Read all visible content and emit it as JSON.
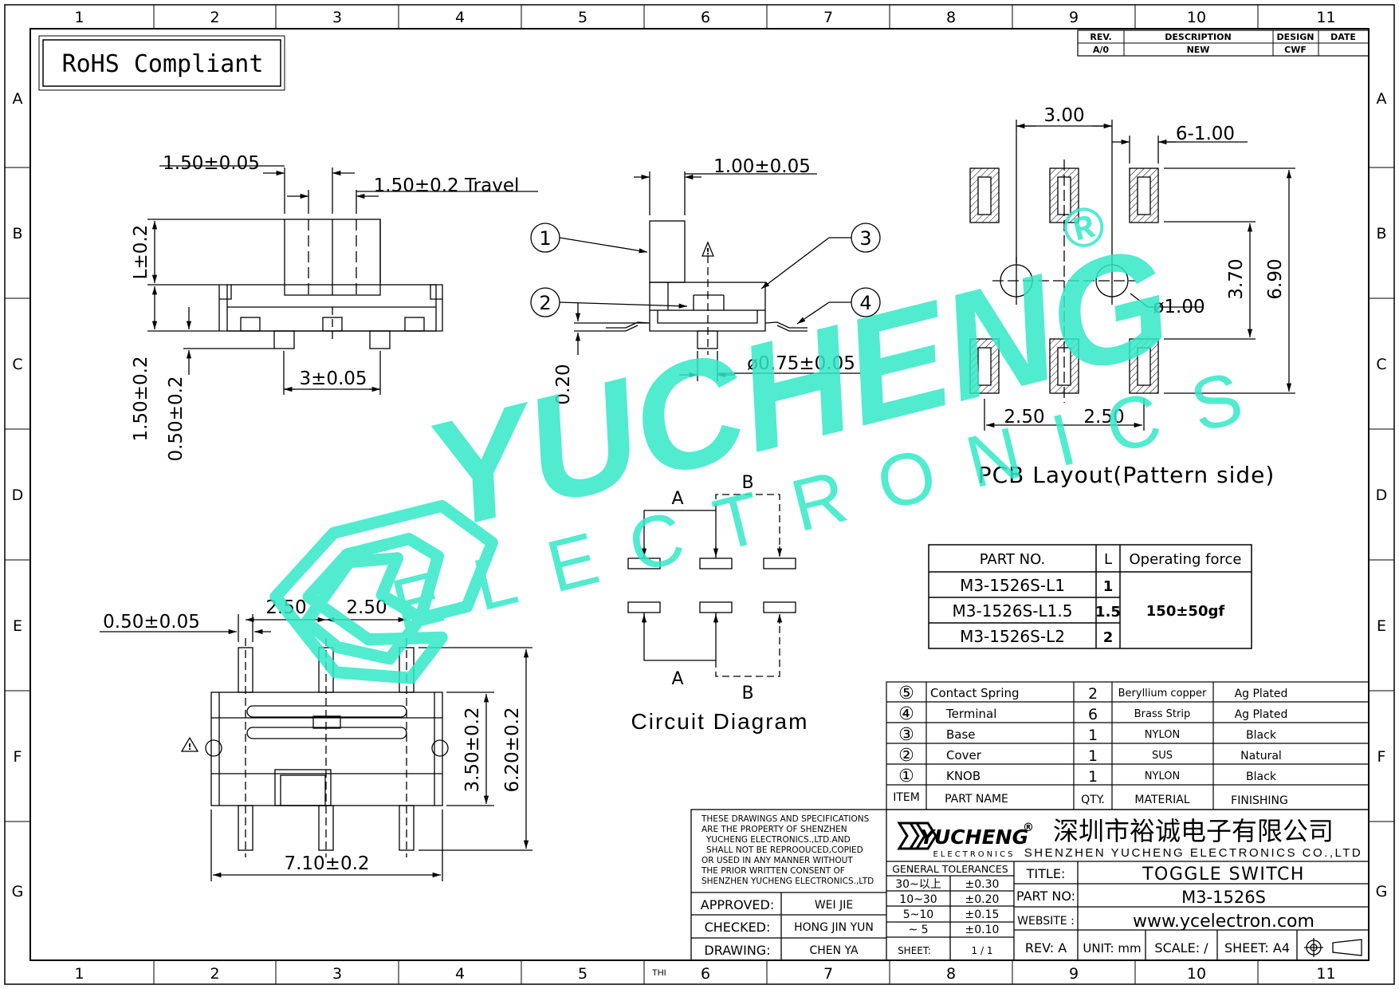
{
  "grid": {
    "columns": [
      "1",
      "2",
      "3",
      "4",
      "5",
      "6",
      "7",
      "8",
      "9",
      "10",
      "11"
    ],
    "rows": [
      "A",
      "B",
      "C",
      "D",
      "E",
      "F",
      "G"
    ]
  },
  "rohs": "RoHS Compliant",
  "revision": {
    "headers": [
      "REV.",
      "DESCRIPTION",
      "DESIGN",
      "DATE"
    ],
    "row": [
      "A/0",
      "NEW",
      "CWF",
      ""
    ]
  },
  "watermark": {
    "brand": "YUCHENG",
    "sub": "ELECTRONICS",
    "mark": "®"
  },
  "side_view": {
    "knob_width": "1.50±0.05",
    "travel": "1.50±0.2 Travel",
    "knob_height": "L±0.2",
    "body_height": "1.50±0.2",
    "pin_height": "0.50±0.2",
    "pin_pitch": "3±0.05"
  },
  "end_view": {
    "knob_width": "1.00±0.05",
    "pin_dia": "ø0.75±0.05",
    "offset": "0.20",
    "callouts": [
      "1",
      "2",
      "3",
      "4"
    ],
    "warn": "!"
  },
  "pcb": {
    "pitch_x": "3.00",
    "slots": "6-1.00",
    "inner_y": "3.70",
    "outer_y": "6.90",
    "hole_dia": "ø1.00",
    "half_pitch_left": "2.50",
    "half_pitch_right": "2.50",
    "title": "PCB Layout(Pattern side)"
  },
  "circuit": {
    "label_a_top": "A",
    "label_b_top": "B",
    "label_a_bottom": "A",
    "label_b_bottom": "B",
    "title": "Circuit Diagram"
  },
  "top_view": {
    "pin_width": "0.50±0.05",
    "pitch_left": "2.50",
    "pitch_right": "2.50",
    "body_height": "3.50±0.2",
    "overall_height": "6.20±0.2",
    "overall_width": "7.10±0.2",
    "warn": "!"
  },
  "part_table": {
    "headers": [
      "PART NO.",
      "L",
      "Operating force"
    ],
    "rows": [
      {
        "part": "M3-1526S-L1",
        "l": "1"
      },
      {
        "part": "M3-1526S-L1.5",
        "l": "1.5"
      },
      {
        "part": "M3-1526S-L2",
        "l": "2"
      }
    ],
    "force": "150±50gf"
  },
  "bom": {
    "rows": [
      {
        "item": "⑤",
        "name": "Contact Spring",
        "qty": "2",
        "material": "Beryllium copper",
        "finish": "Ag Plated"
      },
      {
        "item": "④",
        "name": "Terminal",
        "qty": "6",
        "material": "Brass Strip",
        "finish": "Ag Plated"
      },
      {
        "item": "③",
        "name": "Base",
        "qty": "1",
        "material": "NYLON",
        "finish": "Black"
      },
      {
        "item": "②",
        "name": "Cover",
        "qty": "1",
        "material": "SUS",
        "finish": "Natural"
      },
      {
        "item": "①",
        "name": "KNOB",
        "qty": "1",
        "material": "NYLON",
        "finish": "Black"
      }
    ],
    "header": {
      "item": "ITEM",
      "name": "PART NAME",
      "qty": "QTY.",
      "material": "MATERIAL",
      "finish": "FINISHING"
    }
  },
  "title_block": {
    "notice": [
      "THESE DRAWINGS AND SPECIFICATIONS",
      "ARE THE PROPERTY OF SHENZHEN",
      "YUCHENG ELECTRONICS.,LTD.AND",
      "SHALL NOT BE REPROOUCED,COPIED",
      "OR USED IN ANY MANNER WITHOUT",
      "THE PRIOR WRITTEN CONSENT OF",
      "SHENZHEN YUCHENG ELECTRONICS.,LTD"
    ],
    "logo_brand": "YUCHENG",
    "logo_reg": "®",
    "logo_sub": "ELECTRONICS",
    "company_cn": "深圳市裕诚电子有限公司",
    "company_en": "SHENZHEN YUCHENG ELECTRONICS CO.,LTD",
    "approved_label": "APPROVED:",
    "approved": "WEI JIE",
    "checked_label": "CHECKED:",
    "checked": "HONG JIN YUN",
    "drawing_label": "DRAWING:",
    "drawing": "CHEN YA",
    "tol_title": "GENERAL TOLERANCES",
    "tolerances": [
      {
        "range": "30~以上",
        "tol": "±0.30"
      },
      {
        "range": "10~30",
        "tol": "±0.20"
      },
      {
        "range": "5~10",
        "tol": "±0.15"
      },
      {
        "range": "~ 5",
        "tol": "±0.10"
      }
    ],
    "sheet_label": "SHEET:",
    "sheet": "1 / 1",
    "title_label": "TITLE:",
    "title": "TOGGLE SWITCH",
    "partno_label": "PART NO:",
    "partno": "M3-1526S",
    "website_label": "WEBSITE :",
    "website": "www.ycelectron.com",
    "rev": "REV: A",
    "unit": "UNIT: mm",
    "scale": "SCALE: /",
    "sheet_size": "SHEET: A4",
    "thi": "THI"
  },
  "colors": {
    "watermark": "#33e8c8",
    "line": "#000000"
  }
}
